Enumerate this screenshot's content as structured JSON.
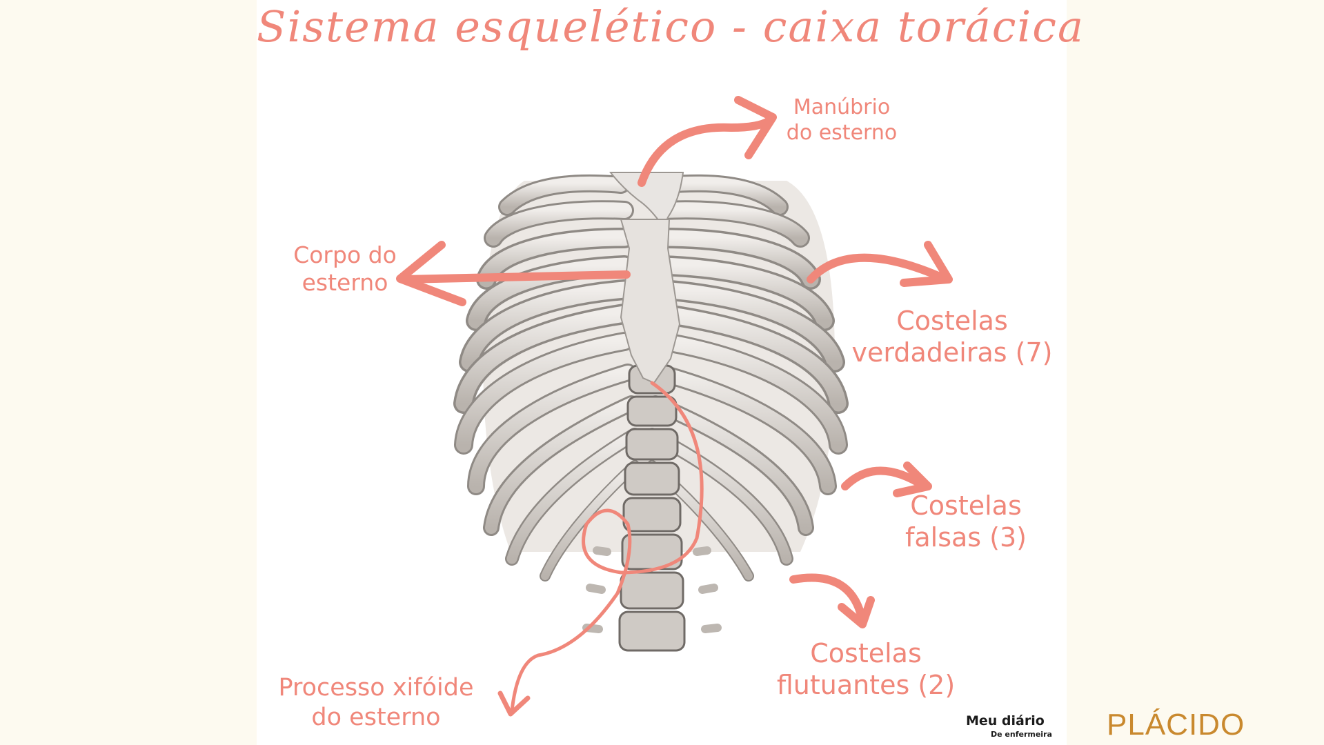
{
  "title": "Sistema esquelético - caixa torácica",
  "labels": {
    "manubrio": [
      "Manúbrio",
      "do esterno"
    ],
    "corpo": [
      "Corpo do",
      "esterno"
    ],
    "verdadeiras": [
      "Costelas",
      "verdadeiras (7)"
    ],
    "falsas": [
      "Costelas",
      "falsas (3)"
    ],
    "flutuantes": [
      "Costelas",
      "flutuantes (2)"
    ],
    "xifoide": [
      "Processo xifóide",
      "do esterno"
    ]
  },
  "logo": {
    "main": "Meu diário",
    "sub": "De enfermeira"
  },
  "watermark": "PLÁCIDO",
  "colors": {
    "accent": "#f0877a",
    "background": "#fdfaf0",
    "panel": "#ffffff",
    "bone": "#d9d5d1",
    "watermark": "#c9892e"
  }
}
